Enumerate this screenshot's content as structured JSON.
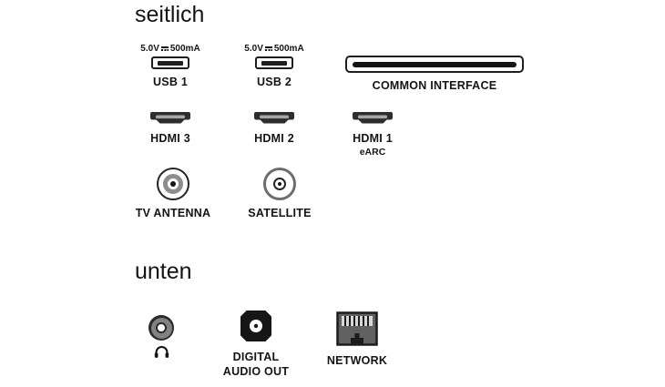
{
  "colors": {
    "ink": "#141414",
    "mid_gray": "#828282",
    "jack_gray": "#606060"
  },
  "sections": {
    "side": {
      "title": "seitlich",
      "ports": {
        "usb1": {
          "power": {
            "voltage": "5.0V",
            "current": "500mA"
          },
          "label": "USB 1"
        },
        "usb2": {
          "power": {
            "voltage": "5.0V",
            "current": "500mA"
          },
          "label": "USB 2"
        },
        "common_interface": {
          "label": "COMMON INTERFACE"
        },
        "hdmi3": {
          "label": "HDMI 3"
        },
        "hdmi2": {
          "label": "HDMI 2"
        },
        "hdmi1": {
          "label": "HDMI 1",
          "sublabel": "eARC"
        },
        "tv_antenna": {
          "label": "TV ANTENNA"
        },
        "satellite": {
          "label": "SATELLITE"
        }
      }
    },
    "bottom": {
      "title": "unten",
      "ports": {
        "headphones": {
          "label": ""
        },
        "digital_audio_out": {
          "line1": "DIGITAL",
          "line2": "AUDIO OUT"
        },
        "network": {
          "label": "NETWORK"
        }
      }
    }
  }
}
